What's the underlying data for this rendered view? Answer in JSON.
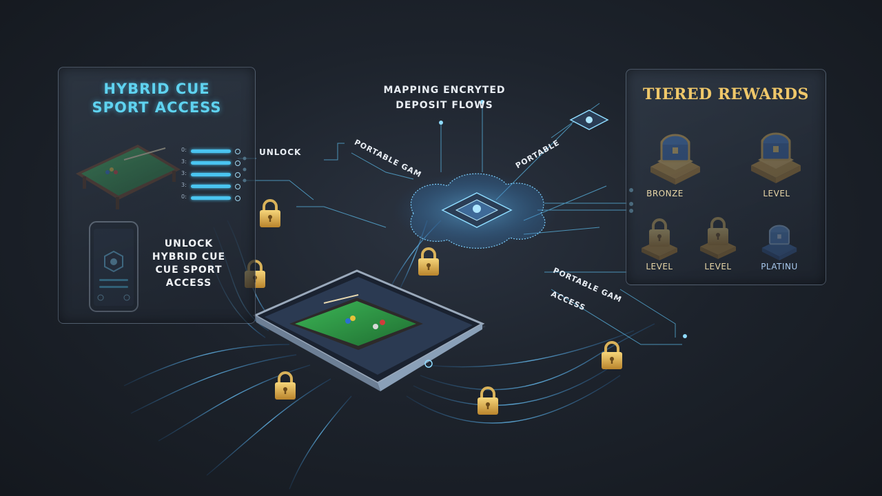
{
  "left_panel": {
    "title_line1": "HYBRID CUE",
    "title_line2": "SPORT ACCESS",
    "slider_ticks": [
      "0:",
      "3:",
      "3:",
      "3:",
      "0:"
    ],
    "phone_side_text": [
      "UNLOCK",
      "HYBRID CUE",
      "CUE SPORT",
      "ACCESS"
    ]
  },
  "center": {
    "title_line1": "MAPPING ENCRYTED",
    "title_line2": "DEPOSIT FLOWS"
  },
  "flow_labels": {
    "unlock": "UNLOCK",
    "portable_gam_1": "PORTABLE GAM",
    "portable": "PORTABLE",
    "portable_gam_2": "PORTABLE GAM",
    "access": "ACCESS"
  },
  "right_panel": {
    "title": "TIERED REWARDS",
    "tiers": [
      {
        "label": "BRONZE",
        "icon": "treasure-chest-icon"
      },
      {
        "label": "LEVEL",
        "icon": "treasure-chest-icon"
      },
      {
        "label": "LEVEL",
        "icon": "padlock-icon"
      },
      {
        "label": "LEVEL",
        "icon": "padlock-icon"
      },
      {
        "label": "PLATINU",
        "icon": "treasure-chest-icon"
      }
    ]
  },
  "colors": {
    "accent_cyan": "#4ac4f0",
    "gold": "#e7b54a",
    "felt_green": "#2f9a46",
    "background": "#1d232c"
  },
  "icons": [
    "padlock-icon",
    "treasure-chest-icon",
    "pool-table-icon",
    "tablet-icon",
    "smartphone-icon",
    "processor-chip-icon"
  ]
}
